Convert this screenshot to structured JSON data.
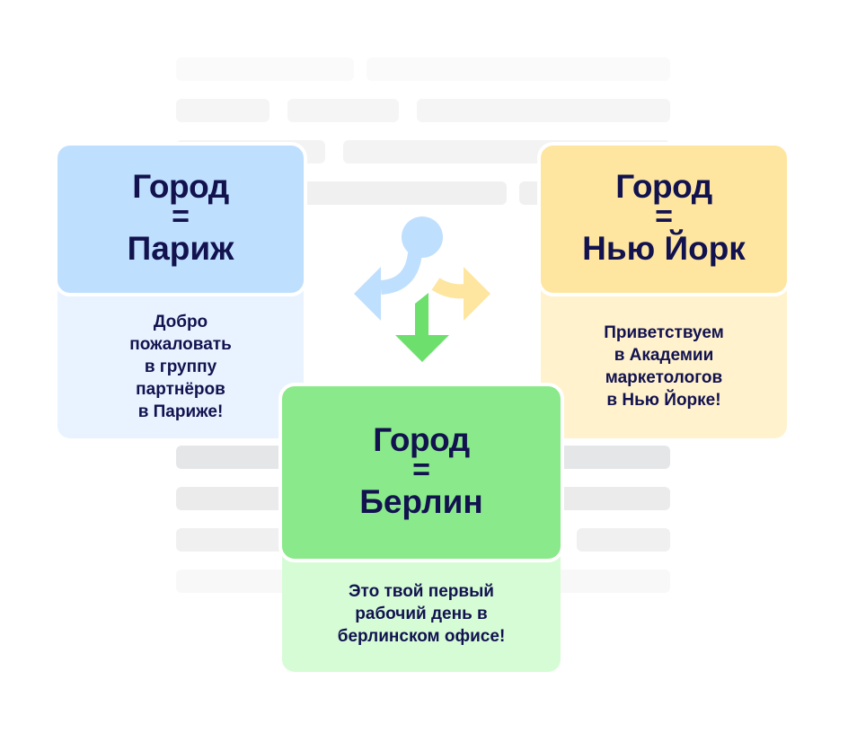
{
  "colors": {
    "text": "#12124f",
    "paris_header": "#bfdffe",
    "paris_body": "#e8f3ff",
    "newyork_header": "#fee6a0",
    "newyork_body": "#fff2cc",
    "berlin_header": "#8ae98a",
    "berlin_body": "#d6fcd6",
    "arrow_blue": "#bfdffe",
    "arrow_yellow": "#fee6a0",
    "arrow_green": "#6ddf6d"
  },
  "icon": "branch-arrows-icon",
  "cards": {
    "paris": {
      "label": "Город",
      "eq": "=",
      "city": "Париж",
      "message": [
        "Добро",
        "пожаловать",
        "в группу",
        "партнёров",
        "в Париже!"
      ]
    },
    "newyork": {
      "label": "Город",
      "eq": "=",
      "city": "Нью Йорк",
      "message": [
        "Приветствуем",
        "в Академии",
        "маркетологов",
        "в Нью Йорке!"
      ]
    },
    "berlin": {
      "label": "Город",
      "eq": "=",
      "city": "Берлин",
      "message": [
        "Это твой первый",
        "рабочий день в",
        "берлинском офисе!"
      ]
    }
  }
}
